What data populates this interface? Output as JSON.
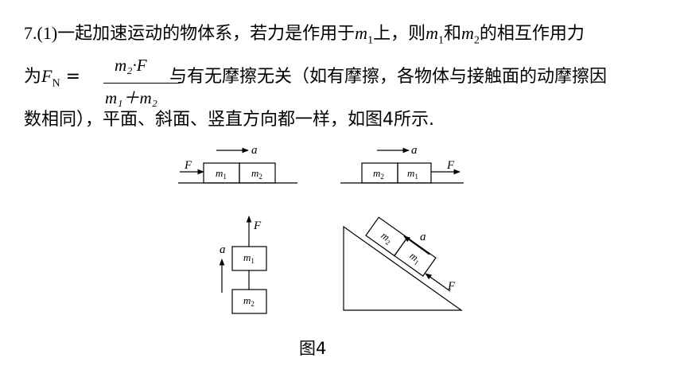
{
  "text": {
    "l1_prefix": "7.(1)",
    "l1_a": "一起加速运动的物体系，若力是作用于",
    "l1_m1": "m",
    "l1_m1_sub": "1",
    "l1_b": "上，则",
    "l1_m1b": "m",
    "l1_m1b_sub": "1",
    "l1_c": "和",
    "l1_m2": "m",
    "l1_m2_sub": "2",
    "l1_d": "的相互作用力",
    "l2_a": "为",
    "l2_F": "F",
    "l2_F_sub": "N",
    "l2_eq": " =",
    "frac_num": "m₂·F",
    "frac_den": "m₁＋m₂",
    "l2_b": "与有无摩擦无关（如有摩擦，各物体与接触面的动摩擦因",
    "l3": "数相同），平面、斜面、竖直方向都一样，如图4所示."
  },
  "figure": {
    "caption": "图4",
    "labels": {
      "F": "F",
      "a": "a",
      "m1": "m",
      "m2": "m",
      "sub1": "1",
      "sub2": "2"
    }
  }
}
